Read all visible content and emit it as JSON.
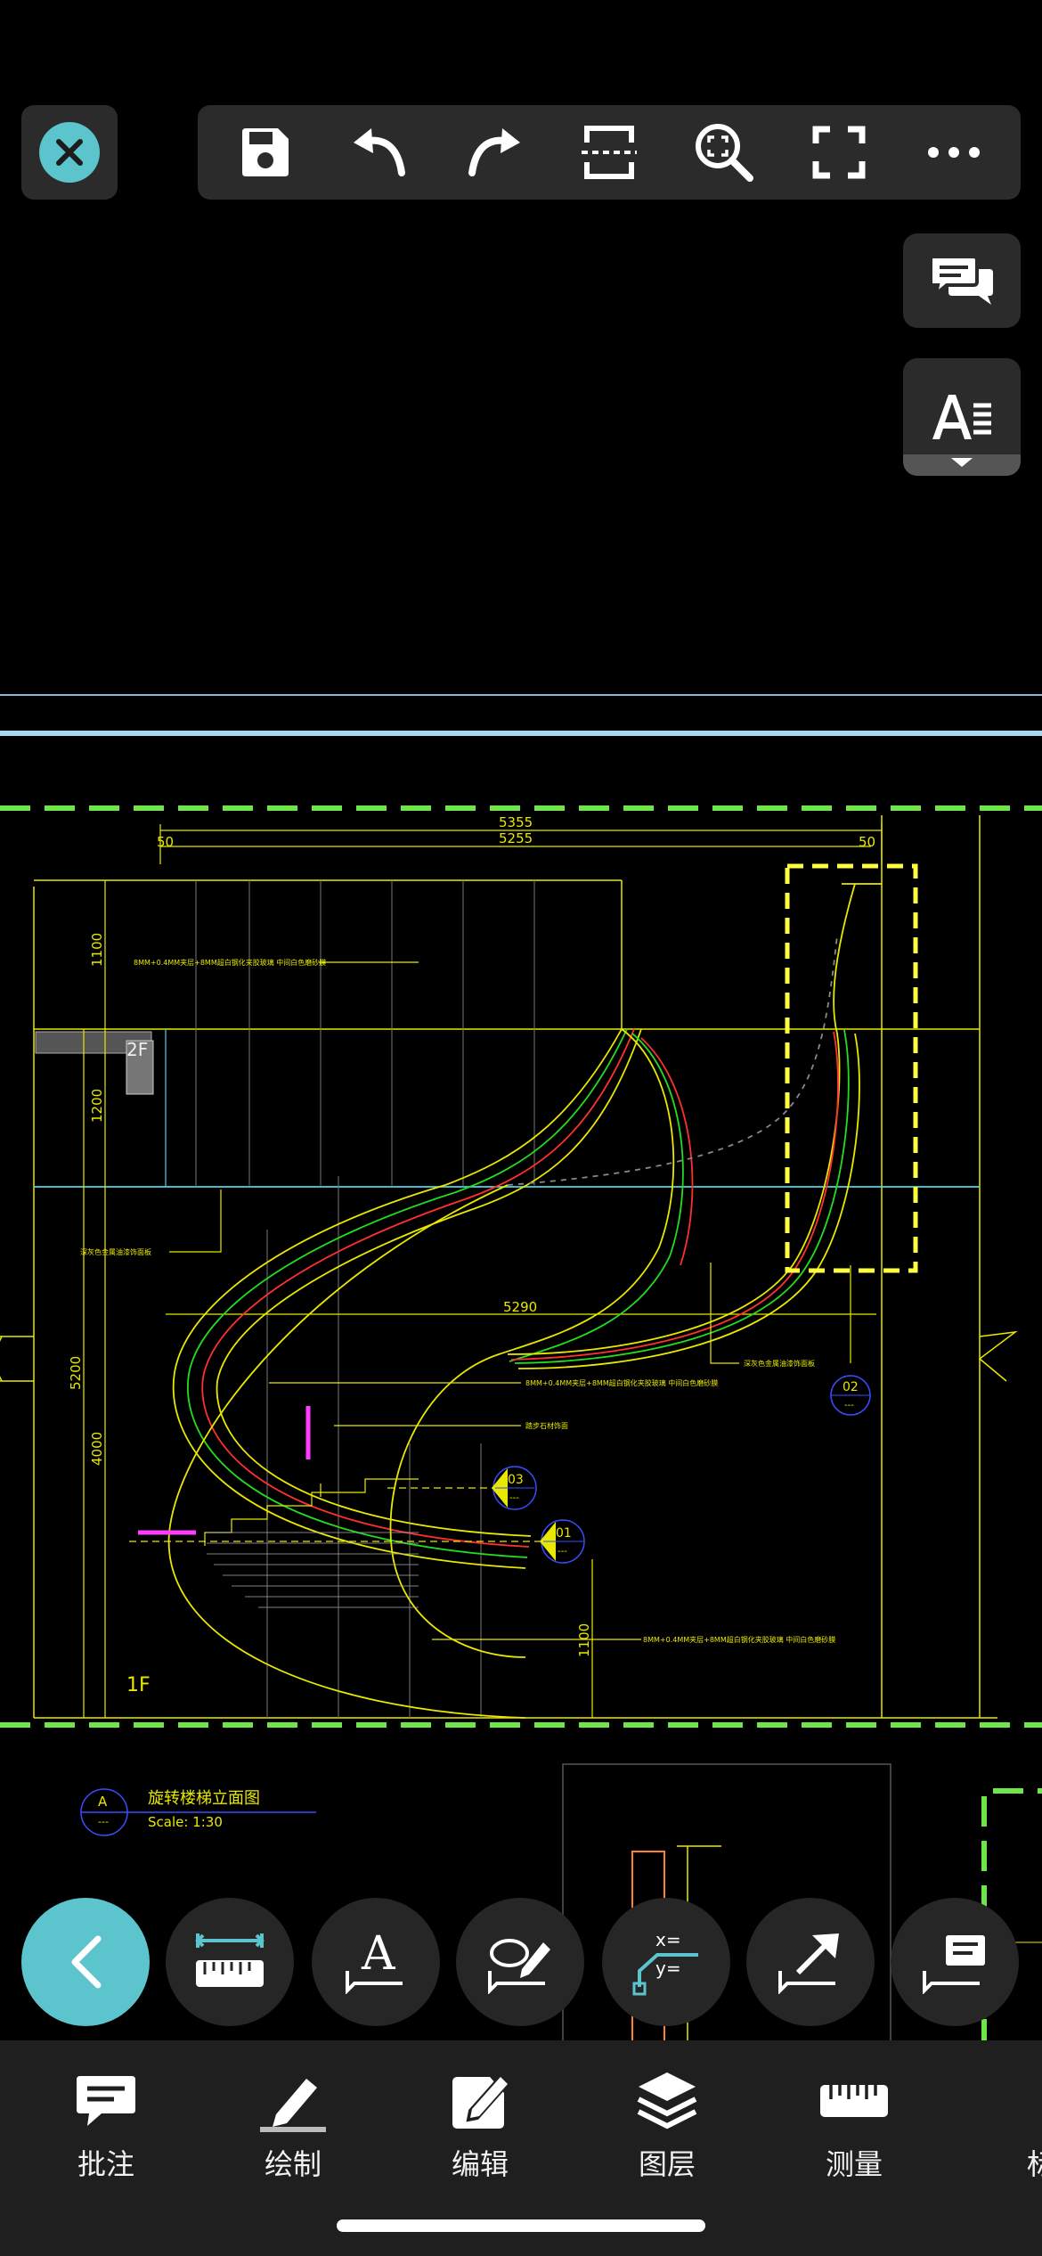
{
  "toolbar": {
    "icons": [
      "save-icon",
      "undo-icon",
      "redo-icon",
      "section-icon",
      "zoom-extents-icon",
      "fullscreen-icon",
      "more-icon"
    ]
  },
  "side_buttons": [
    "comments-icon",
    "text-style-icon"
  ],
  "drawing": {
    "dims": {
      "top_total": "5355",
      "top_inner": "5255",
      "left_offset": "50",
      "right_offset": "50",
      "mid_width": "5290",
      "h1100_top": "1100",
      "h1200": "1200",
      "h5200": "5200",
      "h4000": "4000",
      "h1100_bottom": "1100"
    },
    "floor_2f": "2F",
    "floor_1f": "1F",
    "notes": {
      "n1": "8MM+0.4MM夹层+8MM超白钢化夹胶玻璃 中间白色磨砂膜",
      "n2": "深灰色金属油漆饰面板",
      "n3": "深灰色金属油漆饰面板",
      "n4": "8MM+0.4MM夹层+8MM超白钢化夹胶玻璃 中间白色磨砂膜",
      "n5": "踏步石材饰面",
      "n6": "8MM+0.4MM夹层+8MM超白钢化夹胶玻璃 中间白色磨砂膜"
    },
    "callouts": {
      "c01": "01",
      "c02": "02",
      "c03": "03",
      "dash": "---"
    },
    "title_block": {
      "letter": "A",
      "sub": "---",
      "title": "旋转楼梯立面图",
      "scale": "Scale: 1:30"
    }
  },
  "round_tools": [
    "back-icon",
    "ruler-icon",
    "text-annotation-icon",
    "markup-pen-icon",
    "coordinate-icon",
    "arrow-annotation-icon",
    "comment-annotation-icon"
  ],
  "coord_labels": {
    "x": "x=",
    "y": "y="
  },
  "tabs": [
    {
      "label": "批注",
      "icon": "annotate-icon"
    },
    {
      "label": "绘制",
      "icon": "draw-icon"
    },
    {
      "label": "编辑",
      "icon": "edit-icon"
    },
    {
      "label": "图层",
      "icon": "layers-icon"
    },
    {
      "label": "测量",
      "icon": "measure-icon"
    },
    {
      "label": "标",
      "icon": "dimension-icon"
    }
  ],
  "colors": {
    "accent": "#5bc4cc",
    "cad_yellow": "#e8e800",
    "cad_green": "#22dd22",
    "cad_red": "#ff3030",
    "cad_cyan": "#4fd3e6",
    "cad_magenta": "#ff3cff",
    "selection_green": "#6ee64a"
  }
}
